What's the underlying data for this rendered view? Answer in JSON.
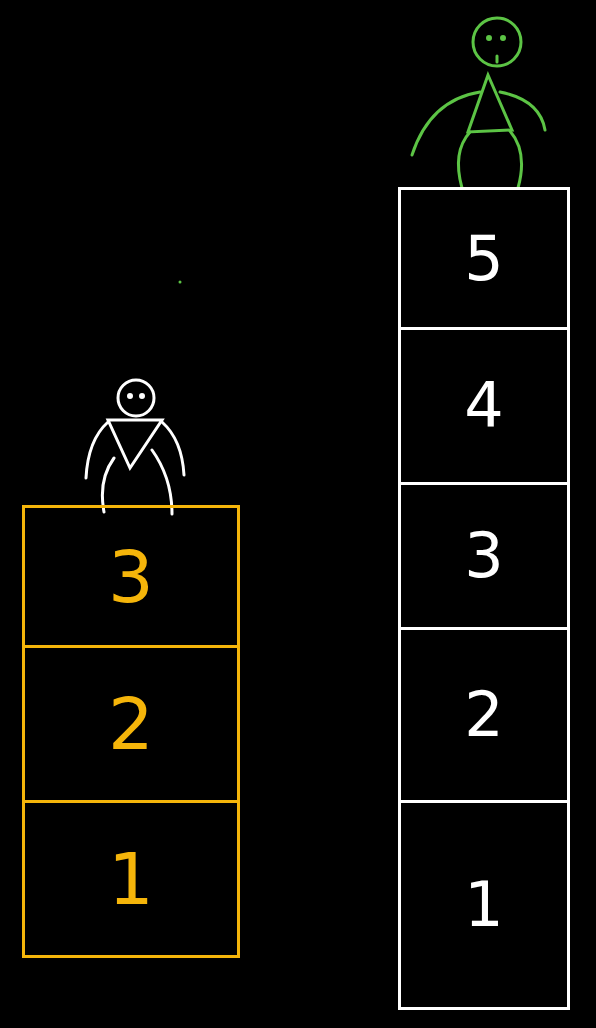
{
  "diagram": {
    "nodes": [
      {
        "text": [
          "3"
        ]
      },
      {
        "text": [
          "2"
        ]
      },
      {
        "text": [
          "1"
        ]
      },
      {
        "text": [
          "5"
        ]
      },
      {
        "text": [
          "4"
        ]
      },
      {
        "text": [
          "3"
        ]
      },
      {
        "text": [
          "2"
        ]
      },
      {
        "text": [
          "1"
        ]
      }
    ]
  }
}
